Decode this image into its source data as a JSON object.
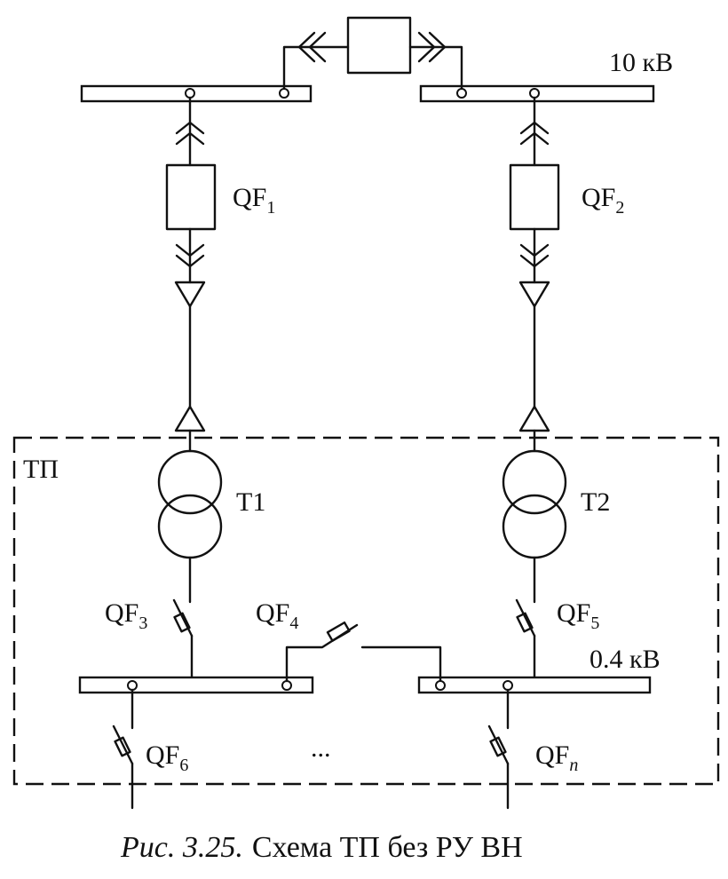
{
  "labels": {
    "voltage_hv": "10 кВ",
    "voltage_lv": "0.4 кВ",
    "substation": "ТП",
    "t1": "Т1",
    "t2": "Т2",
    "ellipsis": "...",
    "qf1": {
      "base": "QF",
      "sub": "1"
    },
    "qf2": {
      "base": "QF",
      "sub": "2"
    },
    "qf3": {
      "base": "QF",
      "sub": "3"
    },
    "qf4": {
      "base": "QF",
      "sub": "4"
    },
    "qf5": {
      "base": "QF",
      "sub": "5"
    },
    "qf6": {
      "base": "QF",
      "sub": "6"
    },
    "qfn": {
      "base": "QF",
      "sub": "n"
    }
  },
  "caption": {
    "prefix": "Рис. 3.25.",
    "text": "Схема ТП без РУ ВН"
  }
}
